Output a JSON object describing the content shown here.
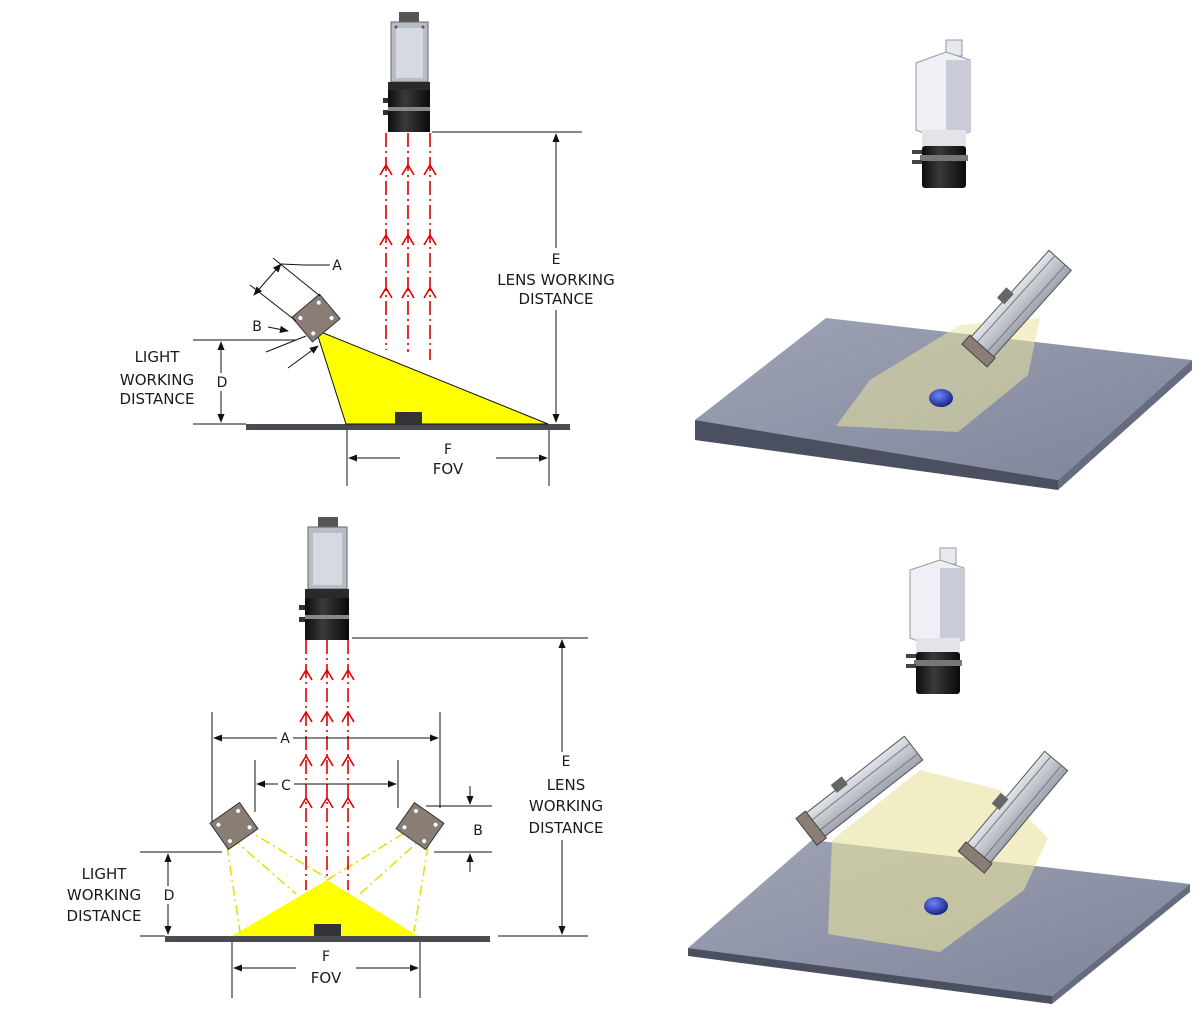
{
  "figure": {
    "top_diagram": {
      "label_a": "A",
      "label_b": "B",
      "label_d": "D",
      "label_e": "E",
      "label_f": "F",
      "lens_working_distance": "LENS WORKING\nDISTANCE",
      "light_working_distance": "LIGHT\nWORKING\nDISTANCE",
      "fov": "FOV"
    },
    "bottom_diagram": {
      "label_a": "A",
      "label_b": "B",
      "label_c": "C",
      "label_d": "D",
      "label_e": "E",
      "label_f": "F",
      "lens_working_distance": "LENS\nWORKING\nDISTANCE",
      "light_working_distance": "LIGHT\nWORKING\nDISTANCE",
      "fov": "FOV"
    },
    "colors": {
      "light_beam": "#ffff00",
      "ray": "#e00000",
      "reflection": "#e8dc00",
      "stage": "#8d93a6",
      "target": "#2233aa"
    }
  }
}
